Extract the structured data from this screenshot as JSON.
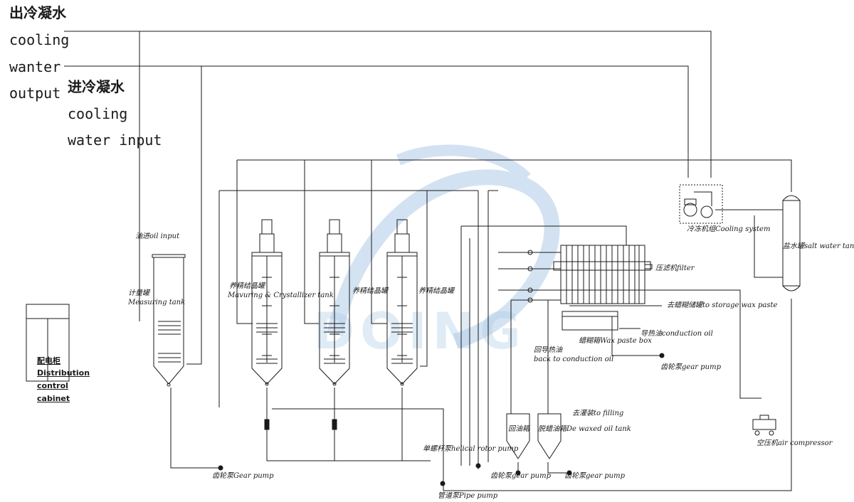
{
  "watermark": {
    "text": "DOING",
    "color": "#c6dcee"
  },
  "colors": {
    "line": "#1a1a1a",
    "background": "#ffffff",
    "watermark": "#a9c7e6"
  },
  "cooling_water_output": {
    "zh": "出冷凝水",
    "en_lines": [
      "cooling",
      "wanter",
      "output"
    ]
  },
  "cooling_water_input": {
    "zh": "进冷凝水",
    "en_lines": [
      "cooling",
      "water input"
    ]
  },
  "equipment_labels": {
    "oil_input": "油进oil input",
    "measuring_tank_zh": "计量罐",
    "measuring_tank_en": "Measuring tank",
    "crystallizer_1_zh": "养精结晶罐",
    "crystallizer_1_en": "Mavuring & Crystallizer tank",
    "crystallizer_2": "养精结晶罐",
    "crystallizer_3": "养精结晶罐",
    "filter": "压滤机filter",
    "cooling_system": "冷冻机组Cooling system",
    "salt_water_tank": "盐水罐salt water tank",
    "to_storage_wax_paste": "去蜡糊储罐to storage wax paste",
    "conduction_oil": "导热油conduction oil",
    "wax_paste_box": "蜡糊箱Wax paste box",
    "back_to_conduction_oil_zh": "回导热油",
    "back_to_conduction_oil_en": "back to conduction oil",
    "gear_pump_right": "齿轮泵gear pump",
    "to_filling": "去灌装to filling",
    "return_oil_tank": "回油箱",
    "dewaxed_oil_tank": "脱蜡油箱De waxed oil tank",
    "helical_rotor_pump": "单螺杆泵helical rotor pump",
    "gear_pump_1": "齿轮泵Gear pump",
    "gear_pump_2": "齿轮泵gear pump",
    "gear_pump_3": "齿轮泵gear pump",
    "pipe_pump": "管道泵Pipe pump",
    "air_compressor": "空压机air compressor",
    "distribution_cabinet": [
      "配电柜",
      "Distribution",
      "control",
      "cabinet"
    ]
  }
}
